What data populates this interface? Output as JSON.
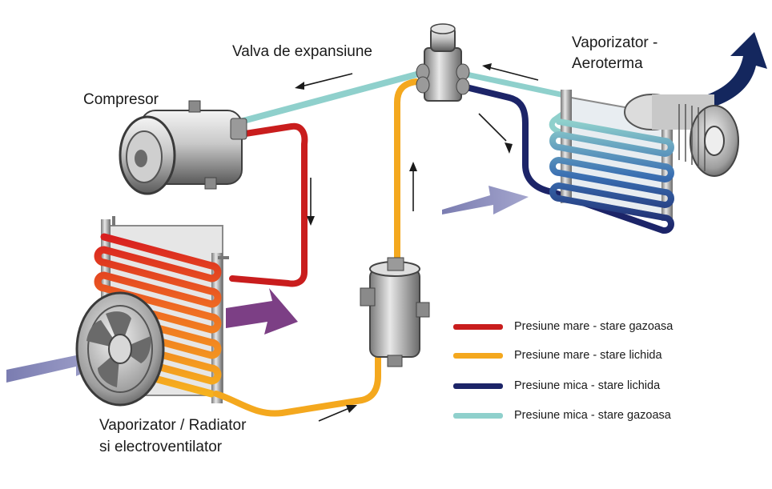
{
  "labels": {
    "expansion_valve": "Valva de expansiune",
    "evaporator_line1": "Vaporizator -",
    "evaporator_line2": "Aeroterma",
    "compressor": "Compresor",
    "condenser_line1": "Vaporizator / Radiator",
    "condenser_line2": "si electroventilator"
  },
  "legend": [
    {
      "label": "Presiune mare - stare gazoasa",
      "color": "#c91d1d"
    },
    {
      "label": "Presiune mare - stare lichida",
      "color": "#f4a81e"
    },
    {
      "label": "Presiune mica - stare lichida",
      "color": "#1c2468"
    },
    {
      "label": "Presiune mica - stare gazoasa",
      "color": "#8fd0cc"
    }
  ],
  "colors": {
    "airflow_in": "#6c6ea8",
    "airflow_hot": "#6e2a78",
    "airflow_out": "#14275e",
    "metal": "#b8b8b8"
  }
}
